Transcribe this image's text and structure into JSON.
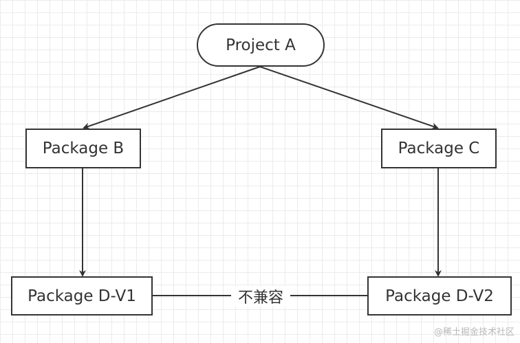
{
  "diagram": {
    "nodes": {
      "project_a": "Project A",
      "package_b": "Package B",
      "package_c": "Package C",
      "package_d_v1": "Package D-V1",
      "package_d_v2": "Package D-V2"
    },
    "edges": [
      {
        "from": "Project A",
        "to": "Package B"
      },
      {
        "from": "Project A",
        "to": "Package C"
      },
      {
        "from": "Package B",
        "to": "Package D-V1"
      },
      {
        "from": "Package C",
        "to": "Package D-V2"
      },
      {
        "from": "Package D-V1",
        "to": "Package D-V2",
        "label": "不兼容"
      }
    ],
    "conflict_label": "不兼容"
  },
  "watermark": "@稀土掘金技术社区",
  "colors": {
    "stroke": "#333333",
    "grid": "#ebebeb",
    "background": "#ffffff"
  }
}
